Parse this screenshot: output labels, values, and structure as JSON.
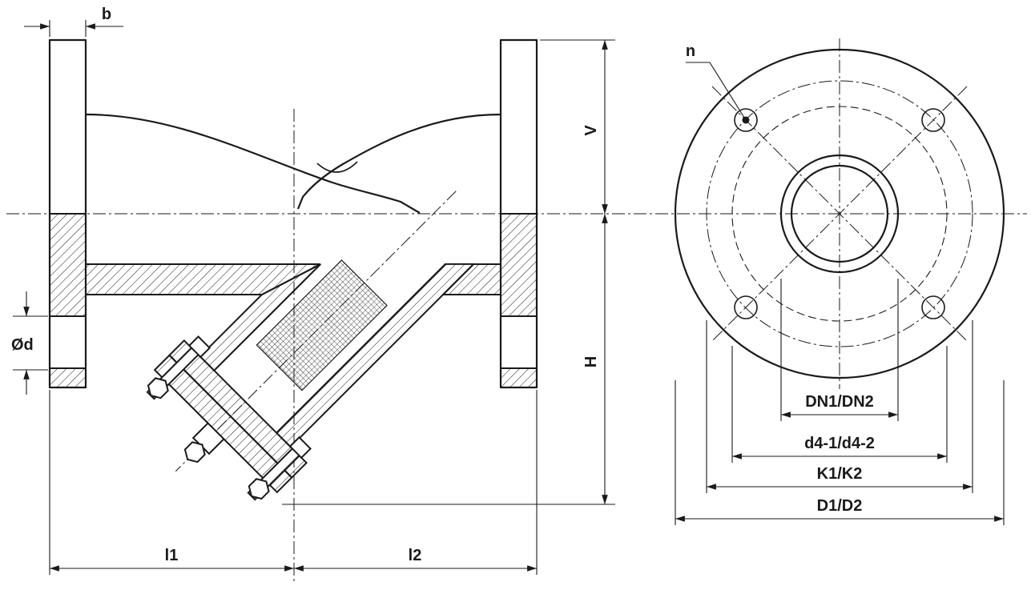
{
  "drawing": {
    "colors": {
      "line": "#1a1a1a",
      "background": "#ffffff"
    },
    "section": {
      "dims": {
        "b": "b",
        "v": "V",
        "h": "H",
        "od": "Ød",
        "l1": "l1",
        "l2": "l2"
      }
    },
    "flange": {
      "bolt_count_label": "n",
      "dims": {
        "dn": "DN1/DN2",
        "d4": "d4-1/d4-2",
        "k": "K1/K2",
        "d": "D1/D2"
      }
    }
  }
}
